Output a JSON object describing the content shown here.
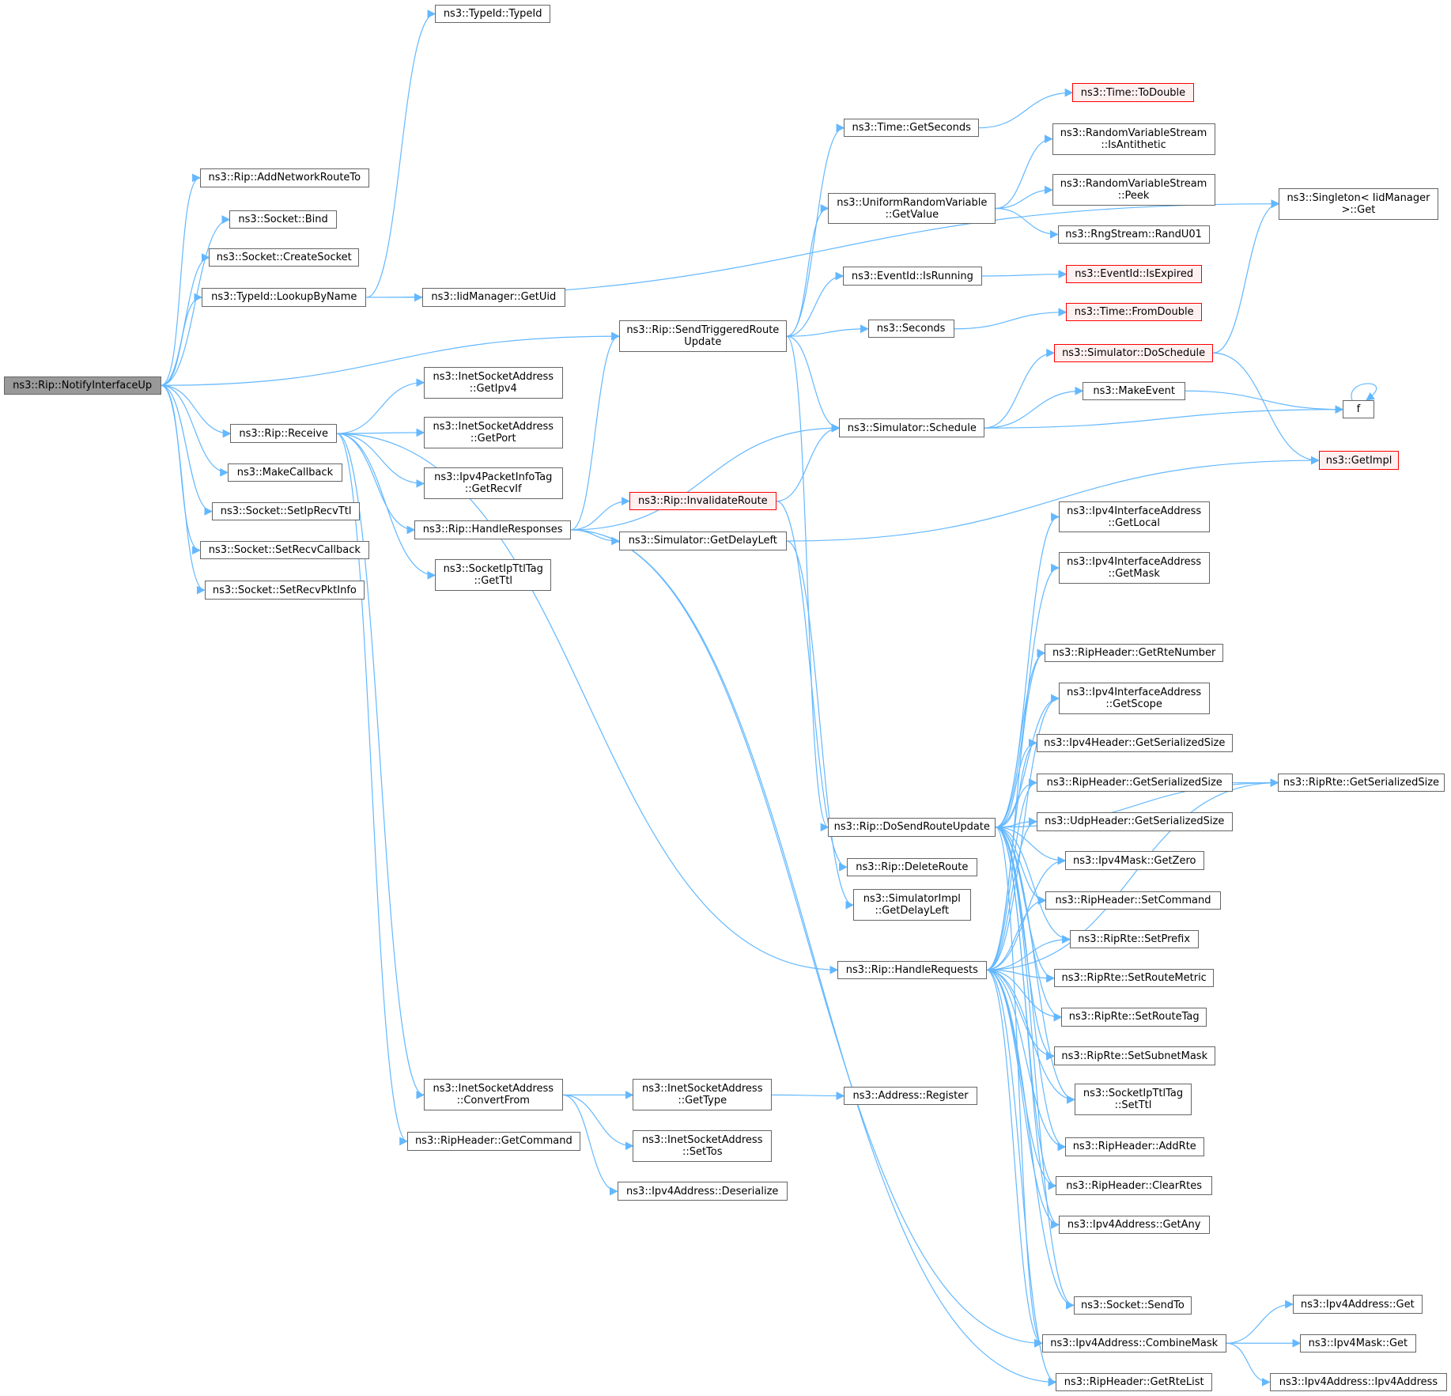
{
  "colors": {
    "edge": "#63b8ff",
    "border": "#666666",
    "root_fill": "#999999",
    "red_border": "#ff0000",
    "red_fill": "#fff0f0"
  },
  "nodes": [
    {
      "id": "n1",
      "label": "ns3::Rip::NotifyInterfaceUp",
      "style": "root"
    },
    {
      "id": "n2",
      "label": "ns3::TypeId::TypeId",
      "style": "normal"
    },
    {
      "id": "n3",
      "label": "ns3::Rip::AddNetworkRouteTo",
      "style": "normal"
    },
    {
      "id": "n4",
      "label": "ns3::Socket::Bind",
      "style": "normal"
    },
    {
      "id": "n5",
      "label": "ns3::Socket::CreateSocket",
      "style": "normal"
    },
    {
      "id": "n6",
      "label": "ns3::TypeId::LookupByName",
      "style": "normal"
    },
    {
      "id": "n7",
      "label": "ns3::IidManager::GetUid",
      "style": "normal"
    },
    {
      "id": "n8",
      "label": "ns3::Rip::Receive",
      "style": "normal"
    },
    {
      "id": "n9",
      "label": "ns3::MakeCallback",
      "style": "normal"
    },
    {
      "id": "n10",
      "label": "ns3::Socket::SetIpRecvTtl",
      "style": "normal"
    },
    {
      "id": "n11",
      "label": "ns3::Socket::SetRecvCallback",
      "style": "normal"
    },
    {
      "id": "n12",
      "label": "ns3::Socket::SetRecvPktInfo",
      "style": "normal"
    },
    {
      "id": "n13",
      "label": "ns3::InetSocketAddress\n::GetIpv4",
      "style": "normal"
    },
    {
      "id": "n14",
      "label": "ns3::InetSocketAddress\n::GetPort",
      "style": "normal"
    },
    {
      "id": "n15",
      "label": "ns3::Ipv4PacketInfoTag\n::GetRecvIf",
      "style": "normal"
    },
    {
      "id": "n16",
      "label": "ns3::Rip::HandleResponses",
      "style": "normal"
    },
    {
      "id": "n17",
      "label": "ns3::SocketIpTtlTag\n::GetTtl",
      "style": "normal"
    },
    {
      "id": "n18",
      "label": "ns3::InetSocketAddress\n::ConvertFrom",
      "style": "normal"
    },
    {
      "id": "n19",
      "label": "ns3::RipHeader::GetCommand",
      "style": "normal"
    },
    {
      "id": "n20",
      "label": "ns3::Rip::SendTriggeredRoute\nUpdate",
      "style": "normal"
    },
    {
      "id": "n21",
      "label": "ns3::Rip::InvalidateRoute",
      "style": "red"
    },
    {
      "id": "n22",
      "label": "ns3::Simulator::GetDelayLeft",
      "style": "normal"
    },
    {
      "id": "n23",
      "label": "ns3::InetSocketAddress\n::GetType",
      "style": "normal"
    },
    {
      "id": "n24",
      "label": "ns3::InetSocketAddress\n::SetTos",
      "style": "normal"
    },
    {
      "id": "n25",
      "label": "ns3::Ipv4Address::Deserialize",
      "style": "normal"
    },
    {
      "id": "n26",
      "label": "ns3::Address::Register",
      "style": "normal"
    },
    {
      "id": "n27",
      "label": "ns3::Time::GetSeconds",
      "style": "normal"
    },
    {
      "id": "n28",
      "label": "ns3::Time::ToDouble",
      "style": "red"
    },
    {
      "id": "n29",
      "label": "ns3::UniformRandomVariable\n::GetValue",
      "style": "normal"
    },
    {
      "id": "n30",
      "label": "ns3::RandomVariableStream\n::IsAntithetic",
      "style": "normal"
    },
    {
      "id": "n31",
      "label": "ns3::RandomVariableStream\n::Peek",
      "style": "normal"
    },
    {
      "id": "n32",
      "label": "ns3::RngStream::RandU01",
      "style": "normal"
    },
    {
      "id": "n33",
      "label": "ns3::EventId::IsRunning",
      "style": "normal"
    },
    {
      "id": "n34",
      "label": "ns3::EventId::IsExpired",
      "style": "red"
    },
    {
      "id": "n35",
      "label": "ns3::Seconds",
      "style": "normal"
    },
    {
      "id": "n36",
      "label": "ns3::Time::FromDouble",
      "style": "red"
    },
    {
      "id": "n37",
      "label": "ns3::Simulator::DoSchedule",
      "style": "red"
    },
    {
      "id": "n38",
      "label": "ns3::Singleton< IidManager\n>::Get",
      "style": "normal"
    },
    {
      "id": "n39",
      "label": "ns3::MakeEvent",
      "style": "normal"
    },
    {
      "id": "n40",
      "label": "f",
      "style": "normal"
    },
    {
      "id": "n41",
      "label": "ns3::Simulator::Schedule",
      "style": "normal"
    },
    {
      "id": "n42",
      "label": "ns3::GetImpl",
      "style": "red"
    },
    {
      "id": "n43",
      "label": "ns3::Rip::DoSendRouteUpdate",
      "style": "normal"
    },
    {
      "id": "n44",
      "label": "ns3::Rip::DeleteRoute",
      "style": "normal"
    },
    {
      "id": "n45",
      "label": "ns3::SimulatorImpl\n::GetDelayLeft",
      "style": "normal"
    },
    {
      "id": "n46",
      "label": "ns3::Rip::HandleRequests",
      "style": "normal"
    },
    {
      "id": "n47",
      "label": "ns3::Ipv4InterfaceAddress\n::GetLocal",
      "style": "normal"
    },
    {
      "id": "n48",
      "label": "ns3::Ipv4InterfaceAddress\n::GetMask",
      "style": "normal"
    },
    {
      "id": "n49",
      "label": "ns3::RipHeader::GetRteNumber",
      "style": "normal"
    },
    {
      "id": "n50",
      "label": "ns3::Ipv4InterfaceAddress\n::GetScope",
      "style": "normal"
    },
    {
      "id": "n51",
      "label": "ns3::Ipv4Header::GetSerializedSize",
      "style": "normal"
    },
    {
      "id": "n52",
      "label": "ns3::RipHeader::GetSerializedSize",
      "style": "normal"
    },
    {
      "id": "n53",
      "label": "ns3::RipRte::GetSerializedSize",
      "style": "normal"
    },
    {
      "id": "n54",
      "label": "ns3::UdpHeader::GetSerializedSize",
      "style": "normal"
    },
    {
      "id": "n55",
      "label": "ns3::Ipv4Mask::GetZero",
      "style": "normal"
    },
    {
      "id": "n56",
      "label": "ns3::RipHeader::SetCommand",
      "style": "normal"
    },
    {
      "id": "n57",
      "label": "ns3::RipRte::SetPrefix",
      "style": "normal"
    },
    {
      "id": "n58",
      "label": "ns3::RipRte::SetRouteMetric",
      "style": "normal"
    },
    {
      "id": "n59",
      "label": "ns3::RipRte::SetRouteTag",
      "style": "normal"
    },
    {
      "id": "n60",
      "label": "ns3::RipRte::SetSubnetMask",
      "style": "normal"
    },
    {
      "id": "n61",
      "label": "ns3::SocketIpTtlTag\n::SetTtl",
      "style": "normal"
    },
    {
      "id": "n62",
      "label": "ns3::RipHeader::AddRte",
      "style": "normal"
    },
    {
      "id": "n63",
      "label": "ns3::RipHeader::ClearRtes",
      "style": "normal"
    },
    {
      "id": "n64",
      "label": "ns3::Ipv4Address::GetAny",
      "style": "normal"
    },
    {
      "id": "n65",
      "label": "ns3::Socket::SendTo",
      "style": "normal"
    },
    {
      "id": "n66",
      "label": "ns3::Ipv4Address::CombineMask",
      "style": "normal"
    },
    {
      "id": "n67",
      "label": "ns3::RipHeader::GetRteList",
      "style": "normal"
    },
    {
      "id": "n68",
      "label": "ns3::Ipv4Address::Get",
      "style": "normal"
    },
    {
      "id": "n69",
      "label": "ns3::Ipv4Mask::Get",
      "style": "normal"
    },
    {
      "id": "n70",
      "label": "ns3::Ipv4Address::Ipv4Address",
      "style": "normal"
    }
  ],
  "edges": [
    [
      "n1",
      "n3"
    ],
    [
      "n1",
      "n4"
    ],
    [
      "n1",
      "n5"
    ],
    [
      "n1",
      "n6"
    ],
    [
      "n1",
      "n8"
    ],
    [
      "n1",
      "n9"
    ],
    [
      "n1",
      "n10"
    ],
    [
      "n1",
      "n11"
    ],
    [
      "n1",
      "n12"
    ],
    [
      "n1",
      "n20"
    ],
    [
      "n6",
      "n2"
    ],
    [
      "n6",
      "n7"
    ],
    [
      "n6",
      "n38"
    ],
    [
      "n8",
      "n13"
    ],
    [
      "n8",
      "n14"
    ],
    [
      "n8",
      "n15"
    ],
    [
      "n8",
      "n16"
    ],
    [
      "n8",
      "n17"
    ],
    [
      "n8",
      "n18"
    ],
    [
      "n8",
      "n19"
    ],
    [
      "n8",
      "n46"
    ],
    [
      "n16",
      "n20"
    ],
    [
      "n16",
      "n21"
    ],
    [
      "n16",
      "n22"
    ],
    [
      "n16",
      "n41"
    ],
    [
      "n16",
      "n66"
    ],
    [
      "n16",
      "n67"
    ],
    [
      "n18",
      "n23"
    ],
    [
      "n18",
      "n24"
    ],
    [
      "n18",
      "n25"
    ],
    [
      "n23",
      "n26"
    ],
    [
      "n20",
      "n27"
    ],
    [
      "n20",
      "n29"
    ],
    [
      "n20",
      "n33"
    ],
    [
      "n20",
      "n35"
    ],
    [
      "n20",
      "n41"
    ],
    [
      "n20",
      "n43"
    ],
    [
      "n21",
      "n41"
    ],
    [
      "n21",
      "n44"
    ],
    [
      "n22",
      "n42"
    ],
    [
      "n22",
      "n45"
    ],
    [
      "n27",
      "n28"
    ],
    [
      "n29",
      "n30"
    ],
    [
      "n29",
      "n31"
    ],
    [
      "n29",
      "n32"
    ],
    [
      "n33",
      "n34"
    ],
    [
      "n35",
      "n36"
    ],
    [
      "n37",
      "n38"
    ],
    [
      "n37",
      "n42"
    ],
    [
      "n41",
      "n37"
    ],
    [
      "n41",
      "n39"
    ],
    [
      "n41",
      "n40"
    ],
    [
      "n39",
      "n40"
    ],
    [
      "n40",
      "n40"
    ],
    [
      "n43",
      "n47"
    ],
    [
      "n43",
      "n48"
    ],
    [
      "n43",
      "n49"
    ],
    [
      "n43",
      "n50"
    ],
    [
      "n43",
      "n51"
    ],
    [
      "n43",
      "n52"
    ],
    [
      "n43",
      "n53"
    ],
    [
      "n43",
      "n54"
    ],
    [
      "n43",
      "n55"
    ],
    [
      "n43",
      "n56"
    ],
    [
      "n43",
      "n57"
    ],
    [
      "n43",
      "n58"
    ],
    [
      "n43",
      "n59"
    ],
    [
      "n43",
      "n60"
    ],
    [
      "n43",
      "n61"
    ],
    [
      "n43",
      "n62"
    ],
    [
      "n43",
      "n63"
    ],
    [
      "n43",
      "n64"
    ],
    [
      "n43",
      "n65"
    ],
    [
      "n43",
      "n66"
    ],
    [
      "n46",
      "n49"
    ],
    [
      "n46",
      "n50"
    ],
    [
      "n46",
      "n51"
    ],
    [
      "n46",
      "n52"
    ],
    [
      "n46",
      "n53"
    ],
    [
      "n46",
      "n54"
    ],
    [
      "n46",
      "n55"
    ],
    [
      "n46",
      "n56"
    ],
    [
      "n46",
      "n57"
    ],
    [
      "n46",
      "n58"
    ],
    [
      "n46",
      "n59"
    ],
    [
      "n46",
      "n60"
    ],
    [
      "n46",
      "n61"
    ],
    [
      "n46",
      "n62"
    ],
    [
      "n46",
      "n63"
    ],
    [
      "n46",
      "n64"
    ],
    [
      "n46",
      "n65"
    ],
    [
      "n46",
      "n66"
    ],
    [
      "n46",
      "n67"
    ],
    [
      "n52",
      "n53"
    ],
    [
      "n66",
      "n68"
    ],
    [
      "n66",
      "n69"
    ],
    [
      "n66",
      "n70"
    ]
  ]
}
